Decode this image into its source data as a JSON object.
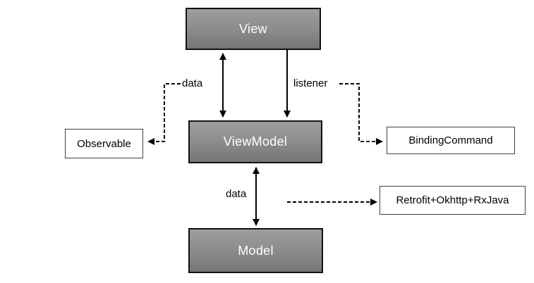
{
  "diagram": {
    "nodes": {
      "view": {
        "label": "View"
      },
      "viewmodel": {
        "label": "ViewModel"
      },
      "model": {
        "label": "Model"
      },
      "observable": {
        "label": "Observable"
      },
      "bindingcommand": {
        "label": "BindingCommand"
      },
      "retrofit": {
        "label": "Retrofit+Okhttp+RxJava"
      }
    },
    "edge_labels": {
      "view_viewmodel_data": {
        "label": "data"
      },
      "view_viewmodel_listener": {
        "label": "listener"
      },
      "viewmodel_model_data": {
        "label": "data"
      }
    },
    "colors": {
      "background": "#ffffff",
      "gray_box_gradient_top": "#9e9e9e",
      "gray_box_gradient_bottom": "#757575",
      "gray_box_border": "#111111",
      "gray_box_text": "#ffffff",
      "white_box_fill": "#ffffff",
      "white_box_border": "#404040",
      "white_box_text": "#000000",
      "connector": "#000000",
      "edge_label_text": "#000000"
    }
  }
}
